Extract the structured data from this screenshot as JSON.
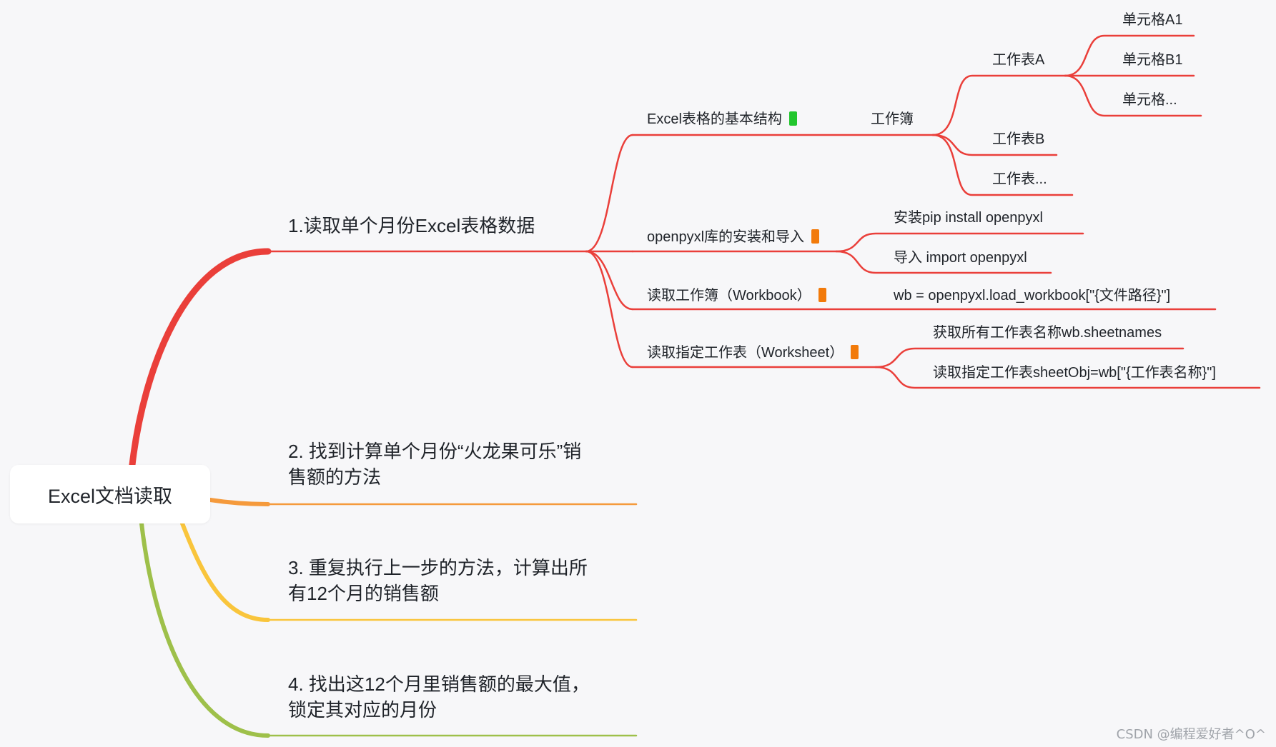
{
  "root": {
    "label": "Excel文档读取"
  },
  "colors": {
    "branch_1": "#ea3f3a",
    "branch_2": "#f59a3c",
    "branch_3": "#f9c53c",
    "branch_4": "#9ec04a",
    "mark_green": "#22c62e",
    "mark_orange": "#f27a0a"
  },
  "branches": [
    {
      "label": "1.读取单个月份Excel表格数据",
      "children": [
        {
          "label": "Excel表格的基本结构",
          "marker": "green-flag-icon",
          "children": [
            {
              "label": "工作簿",
              "children": [
                {
                  "label": "工作表A",
                  "children": [
                    "单元格A1",
                    "单元格B1",
                    "单元格..."
                  ]
                },
                {
                  "label": "工作表B"
                },
                {
                  "label": "工作表..."
                }
              ]
            }
          ]
        },
        {
          "label": "openpyxl库的安装和导入",
          "marker": "orange-flag-icon",
          "children": [
            "安装pip install openpyxl",
            "导入 import openpyxl"
          ]
        },
        {
          "label": "读取工作簿（Workbook）",
          "marker": "orange-flag-icon",
          "children": [
            "wb = openpyxl.load_workbook[\"{文件路径}\"]"
          ]
        },
        {
          "label": "读取指定工作表（Worksheet）",
          "marker": "orange-flag-icon",
          "children": [
            "获取所有工作表名称wb.sheetnames",
            "读取指定工作表sheetObj=wb[\"{工作表名称}\"]"
          ]
        }
      ]
    },
    {
      "label_line1": "2. 找到计算单个月份“火龙果可乐”销",
      "label_line2": "售额的方法"
    },
    {
      "label_line1": "3. 重复执行上一步的方法，计算出所",
      "label_line2": "有12个月的销售额"
    },
    {
      "label_line1": "4. 找出这12个月里销售额的最大值，",
      "label_line2": "锁定其对应的月份"
    }
  ],
  "watermark": "CSDN @编程爱好者^O^"
}
